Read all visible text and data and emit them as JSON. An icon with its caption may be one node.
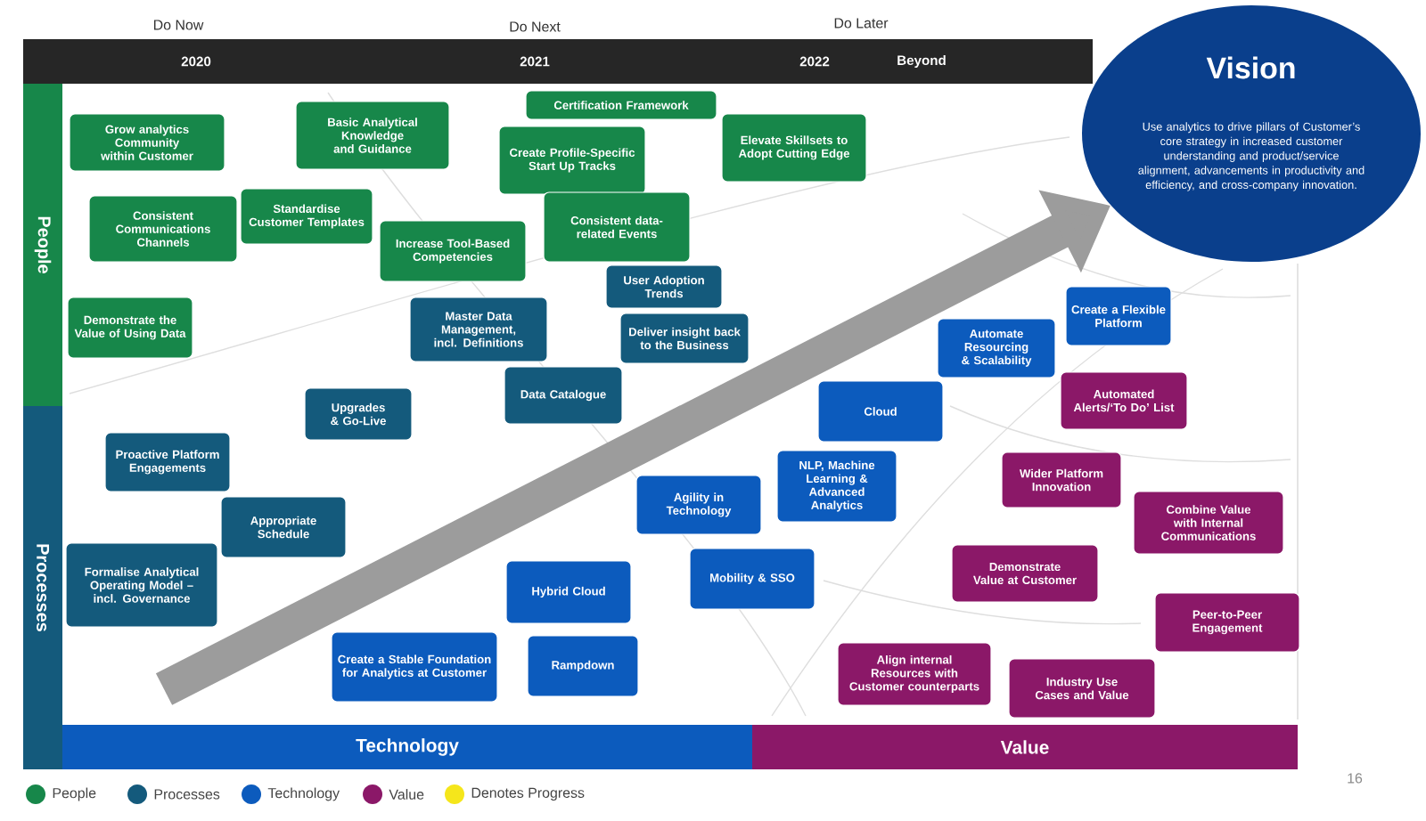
{
  "diagram": {
    "nodes": [
      {
        "text": [
          "2020",
          "2021",
          "2022",
          "Beyond"
        ],
        "beside": [
          "Do Now",
          "Do Next",
          "Do Later"
        ]
      },
      {
        "text": [
          "Vision",
          "Use analytics to drive pillars of Customer’s core strategy in increased customer understanding and product/service alignment, advancements in productivity and efficiency, and cross-company innovation."
        ]
      },
      {
        "text": [
          "People"
        ]
      },
      {
        "text": [
          "Processes"
        ]
      },
      {
        "text": [
          "Certification Framework"
        ]
      },
      {
        "text": [
          "Grow analytics Community within Customer"
        ]
      },
      {
        "text": [
          "Basic Analytical Knowledge and Guidance"
        ]
      },
      {
        "text": [
          "Create Profile-Specific Start Up Tracks"
        ]
      },
      {
        "text": [
          "Elevate Skillsets to Adopt Cutting Edge"
        ]
      },
      {
        "text": [
          "Consistent Communications Channels"
        ]
      },
      {
        "text": [
          "Standardise Customer Templates"
        ]
      },
      {
        "text": [
          "Increase Tool-Based Competencies"
        ]
      },
      {
        "text": [
          "Consistent data-related Events"
        ]
      },
      {
        "text": [
          "User Adoption Trends"
        ]
      },
      {
        "text": [
          "Demonstrate the Value of Using Data"
        ]
      },
      {
        "text": [
          "Master Data Management, incl. Definitions"
        ]
      },
      {
        "text": [
          "Deliver insight back to the Business"
        ]
      },
      {
        "text": [
          "Create a Flexible Platform"
        ]
      },
      {
        "text": [
          "Automate Resourcing & Scalability"
        ]
      },
      {
        "text": [
          "Data Catalogue"
        ]
      },
      {
        "text": [
          "Upgrades & Go-Live"
        ]
      },
      {
        "text": [
          "Cloud"
        ]
      },
      {
        "text": [
          "Automated Alerts/‘To Do’ List"
        ]
      },
      {
        "text": [
          "Proactive Platform Engagements"
        ]
      },
      {
        "text": [
          "Agility in Technology"
        ]
      },
      {
        "text": [
          "NLP, Machine Learning & Advanced Analytics"
        ]
      },
      {
        "text": [
          "Wider Platform Innovation"
        ]
      },
      {
        "text": [
          "Appropriate Schedule"
        ]
      },
      {
        "text": [
          "Combine Value with Internal Communications"
        ]
      },
      {
        "text": [
          "Formalise Analytical Operating Model – incl. Governance"
        ]
      },
      {
        "text": [
          "Mobility & SSO"
        ]
      },
      {
        "text": [
          "Hybrid Cloud"
        ]
      },
      {
        "text": [
          "Demonstrate Value at Customer"
        ]
      },
      {
        "text": [
          "Peer-to-Peer Engagement"
        ]
      },
      {
        "text": [
          "Create a Stable Foundation for Analytics at Customer"
        ]
      },
      {
        "text": [
          "Rampdown"
        ]
      },
      {
        "text": [
          "Align internal Resources with Customer counterparts"
        ]
      },
      {
        "text": [
          "Industry Use Cases and Value"
        ]
      },
      {
        "text": [
          "Technology"
        ]
      },
      {
        "text": [
          "Value"
        ]
      }
    ],
    "edges": [
      {
        "from": null,
        "to": 1,
        "arrow": "to"
      }
    ],
    "labels": [
      "16"
    ],
    "legend": [
      {
        "text": "People",
        "color": "#17874a"
      },
      {
        "text": "Processes",
        "color": "#145a7c"
      },
      {
        "text": "Technology",
        "color": "#0c5bbd"
      },
      {
        "text": "Value",
        "color": "#8b1868"
      },
      {
        "text": "Denotes Progress",
        "color": "#f5e61b"
      }
    ]
  }
}
